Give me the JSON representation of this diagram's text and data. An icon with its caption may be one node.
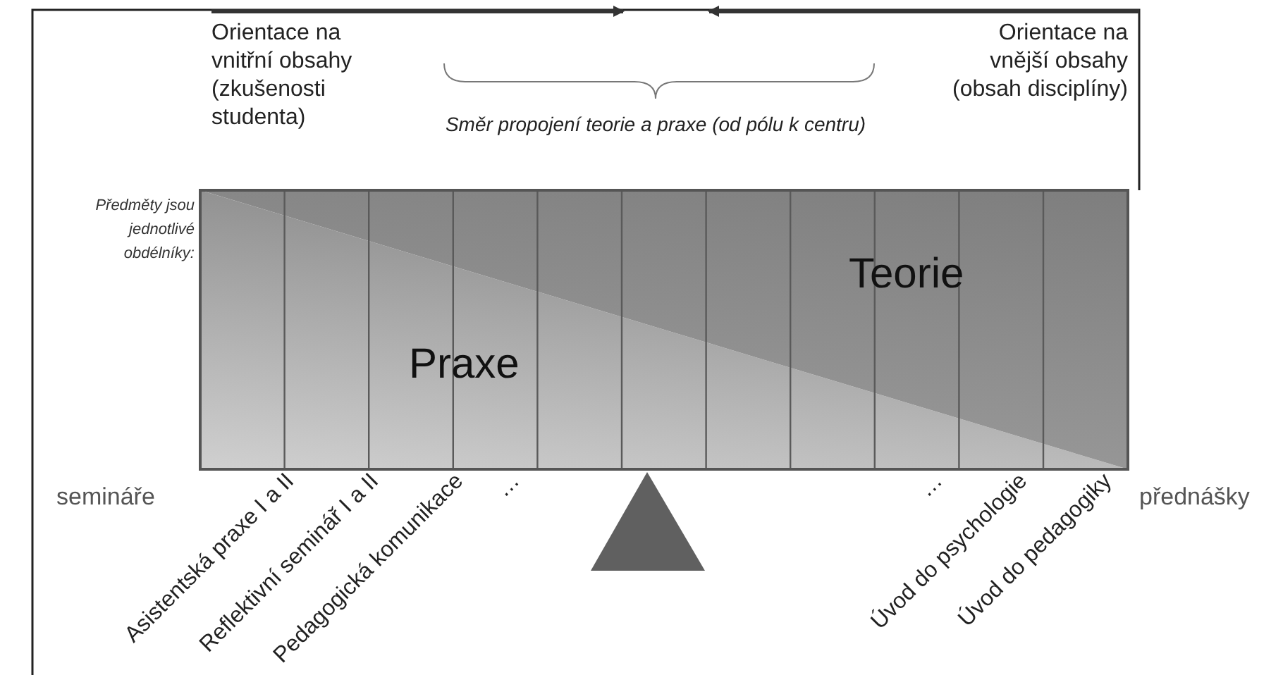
{
  "diagram": {
    "labels": [
      "Orientace na vnitřní obsahy (zkušenosti studenta)",
      "Směr propojení teorie a praxe (od pólu k centru)",
      "Orientace na vnější obsahy (obsah disciplíny)",
      "Předměty jsou jednotlivé obdélníky:",
      "Teorie",
      "Praxe",
      "semináře",
      "přednášky",
      "Asistentská praxe I a II",
      "Reflektivní seminář I a II",
      "Pedagogická komunikace",
      "…",
      "…",
      "Úvod do psychologie",
      "Úvod do pedagogiky"
    ]
  }
}
